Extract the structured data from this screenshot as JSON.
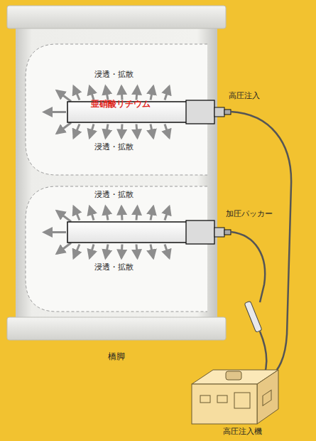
{
  "diagram": {
    "nodes": [
      {
        "text": [
          "橋脚"
        ]
      },
      {
        "text": [
          "亜硝酸リチウム"
        ],
        "in": 0
      },
      {
        "text": [
          "高圧注入機"
        ]
      }
    ],
    "labels": [
      "浸透・拡散",
      "浸透・拡散",
      "浸透・拡散",
      "浸透・拡散",
      "高圧注入",
      "加圧パッカー"
    ]
  }
}
